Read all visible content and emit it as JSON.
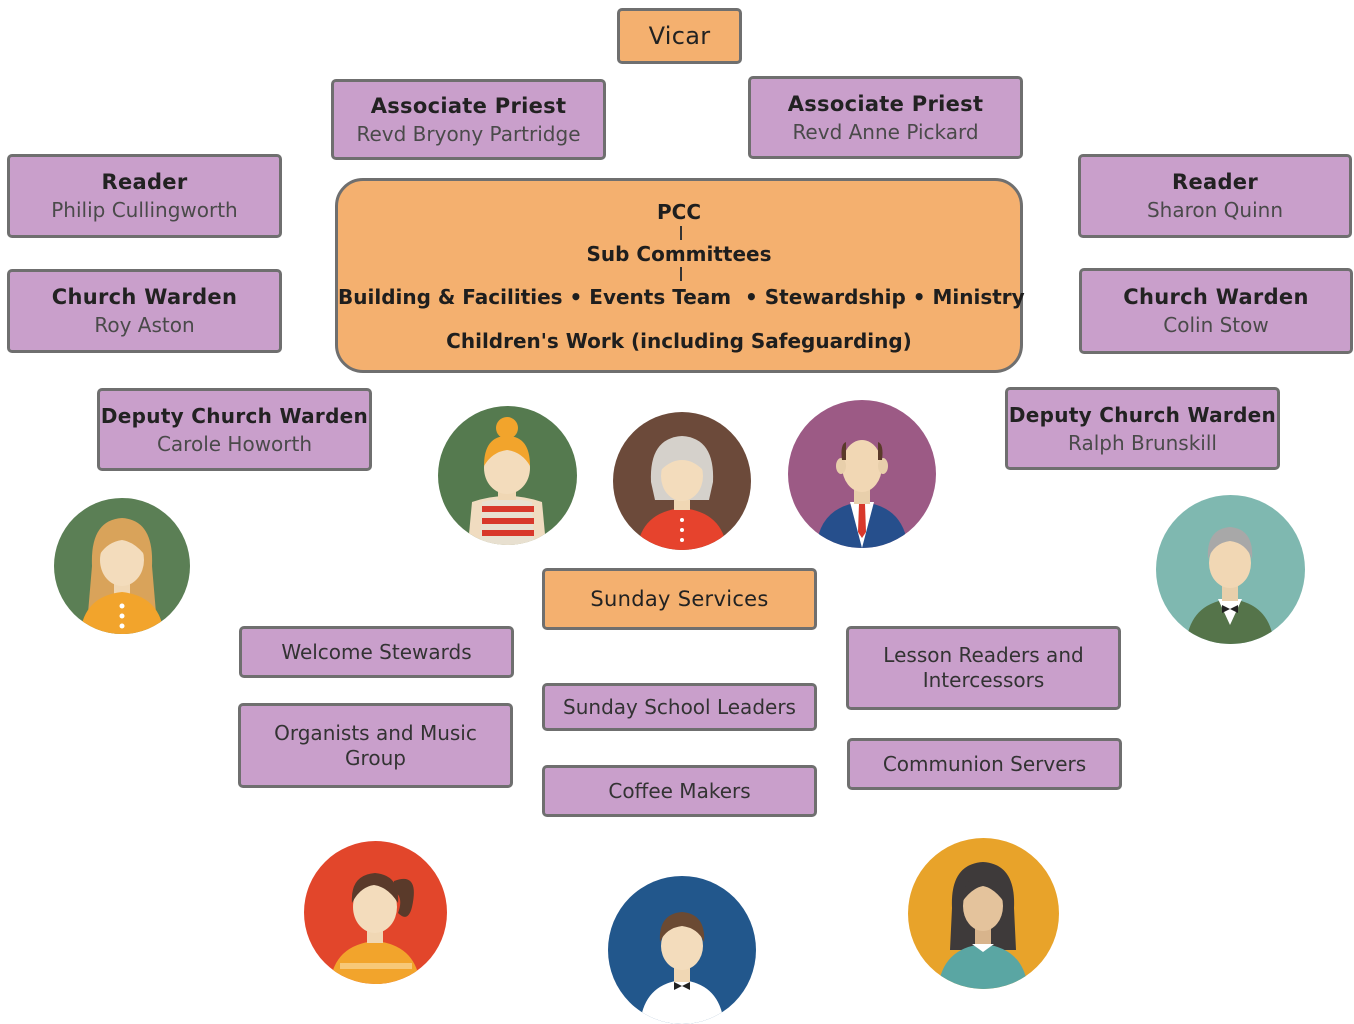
{
  "vicar": {
    "role": "Vicar"
  },
  "associate_priest_left": {
    "role": "Associate Priest",
    "name": "Revd Bryony Partridge"
  },
  "associate_priest_right": {
    "role": "Associate Priest",
    "name": "Revd Anne Pickard"
  },
  "reader_left": {
    "role": "Reader",
    "name": "Philip Cullingworth"
  },
  "reader_right": {
    "role": "Reader",
    "name": "Sharon Quinn"
  },
  "church_warden_left": {
    "role": "Church Warden",
    "name": "Roy Aston"
  },
  "church_warden_right": {
    "role": "Church Warden",
    "name": "Colin Stow"
  },
  "deputy_warden_left": {
    "role": "Deputy Church Warden",
    "name": "Carole Howorth"
  },
  "deputy_warden_right": {
    "role": "Deputy Church Warden",
    "name": "Ralph Brunskill"
  },
  "pcc": {
    "title": "PCC",
    "sub": "Sub Committees",
    "committees_line": "Building & Facilities • Events Team  • Stewardship • Ministry",
    "childrens_work": "Children's Work (including Safeguarding)"
  },
  "sunday_services": {
    "title": "Sunday Services",
    "roles": {
      "welcome": "Welcome Stewards",
      "organists": "Organists and Music Group",
      "school": "Sunday School Leaders",
      "coffee": "Coffee Makers",
      "lesson": "Lesson Readers and Intercessors",
      "communion": "Communion Servers"
    }
  },
  "colors": {
    "purple_box": "#c99fcb",
    "orange_box": "#f4b06f",
    "border": "#6f6f6f"
  }
}
